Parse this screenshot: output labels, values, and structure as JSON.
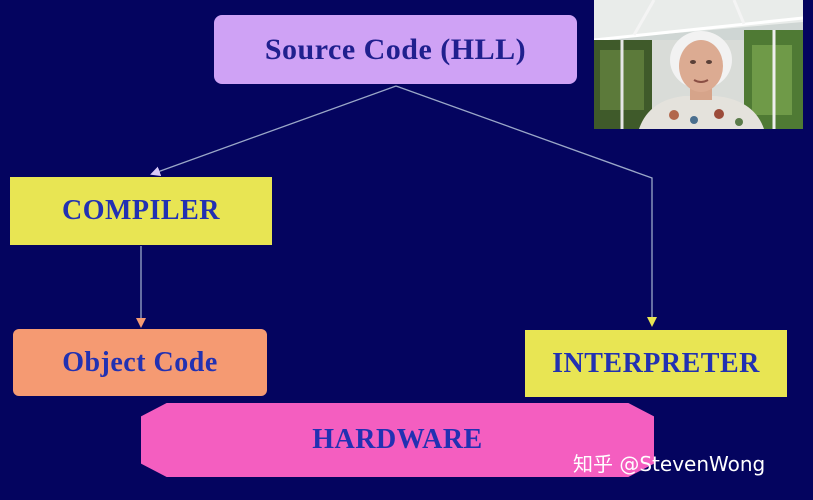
{
  "nodes": {
    "source": "Source Code (HLL)",
    "compiler": "COMPILER",
    "object": "Object Code",
    "interpreter": "INTERPRETER",
    "hardware": "HARDWARE"
  },
  "edges": [
    {
      "from": "source",
      "to": "compiler"
    },
    {
      "from": "source",
      "to": "interpreter"
    },
    {
      "from": "compiler",
      "to": "object"
    }
  ],
  "watermark": "知乎 @StevenWong",
  "colors": {
    "background": "#04045f",
    "source_fill": "#cfa2f5",
    "compiler_fill": "#e8e553",
    "object_fill": "#f59a72",
    "interpreter_fill": "#e8e553",
    "hardware_fill": "#f45ec0",
    "label_text": "#2231b2",
    "connector": "#9aa7c8"
  }
}
